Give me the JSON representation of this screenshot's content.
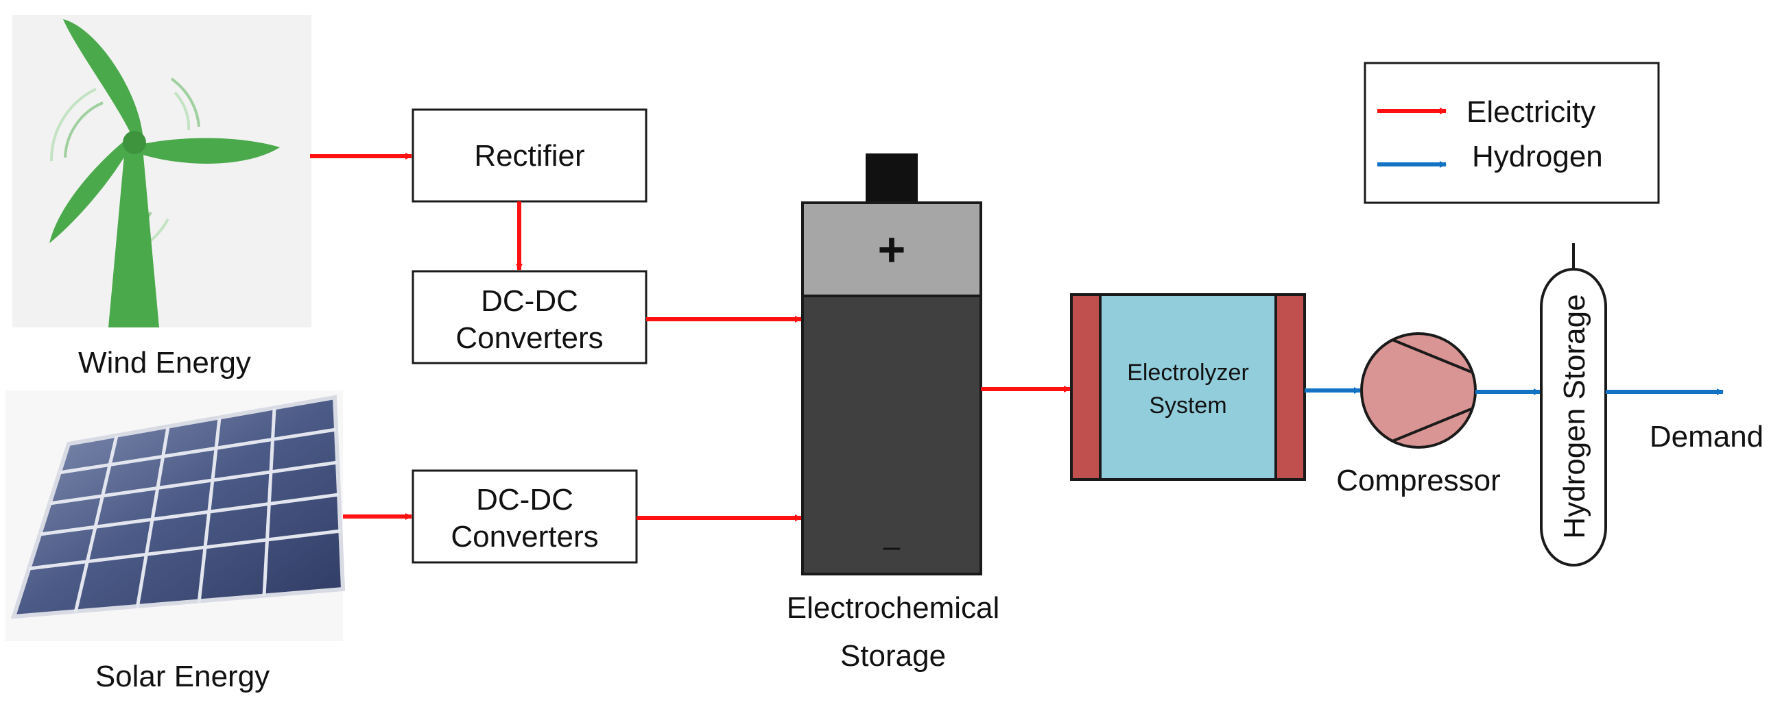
{
  "sources": {
    "wind": {
      "label": "Wind Energy",
      "icon": "wind-turbine-icon"
    },
    "solar": {
      "label": "Solar Energy",
      "icon": "solar-panel-icon"
    }
  },
  "converters": {
    "rectifier": "Rectifier",
    "dcdc_wind": {
      "line1": "DC-DC",
      "line2": "Converters"
    },
    "dcdc_solar": {
      "line1": "DC-DC",
      "line2": "Converters"
    }
  },
  "battery": {
    "plus": "+",
    "minus": "–",
    "label_line1": "Electrochemical",
    "label_line2": "Storage"
  },
  "electrolyzer": {
    "line1": "Electrolyzer",
    "line2": "System"
  },
  "compressor": {
    "label": "Compressor"
  },
  "hydrogen_storage": {
    "label": "Hydrogen Storage"
  },
  "demand": {
    "label": "Demand"
  },
  "legend": {
    "electricity": "Electricity",
    "hydrogen": "Hydrogen"
  },
  "colors": {
    "electricity": "#ff1111",
    "hydrogen": "#1472c4",
    "turbine": "#4aa94a",
    "battery_top": "#a6a6a6",
    "battery_body": "#404040",
    "electrolyzer_fill": "#92cddc",
    "electrolyzer_plate": "#c0504d",
    "compressor_fill": "#d99594"
  }
}
